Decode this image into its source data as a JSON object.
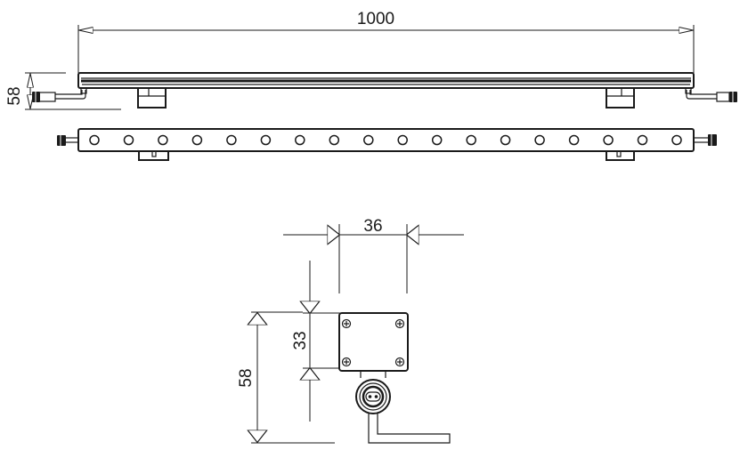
{
  "drawing": {
    "side_view": {
      "length_dim": "1000",
      "height_dim": "58"
    },
    "top_view": {
      "led_hole_count": 18
    },
    "end_view": {
      "width_dim": "36",
      "plate_height_dim": "33",
      "total_height_dim": "58"
    }
  }
}
